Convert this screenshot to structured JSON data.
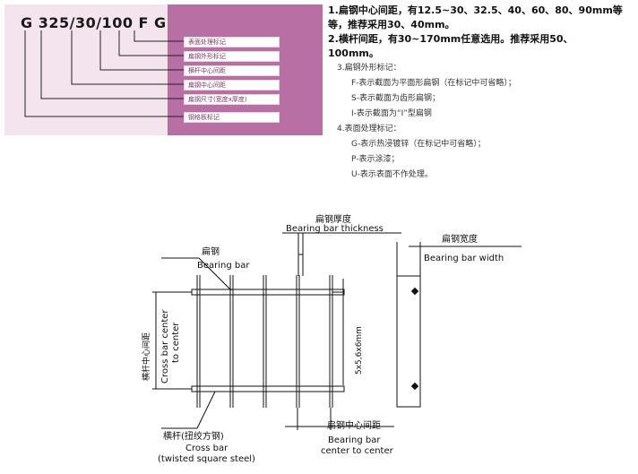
{
  "code": {
    "text": "G 325/30/100 F G",
    "labels": [
      "表面处理标记",
      "扁钢外形标记",
      "横杆中心间距",
      "扁钢中心间距",
      "扁钢尺寸(宽度x厚度)",
      "钢格板标记"
    ]
  },
  "notes": {
    "n1a": "1.扁钢中心间距，有12.5~30、32.5、40、60、80、90mm等",
    "n1b": "等，推荐采用30、40mm。",
    "n2a": "2.横杆间距，有30~170mm任意选用。推荐采用50、",
    "n2b": "100mm。",
    "n3": "3.扁钢外形标记：",
    "n3a": "F-表示截面为平面形扁钢（在标记中可省略）；",
    "n3b": "S-表示截面为齿形扁钢；",
    "n3c": "I-表示截面为“I”型扁钢",
    "n4": "4.表面处理标记：",
    "n4a": "G-表示热浸镀锌（在标记中可省略）；",
    "n4b": "P-表示涂漆；",
    "n4c": "U-表示表面不作处理。"
  },
  "diagram": {
    "bearing_bar_cn": "扁钢",
    "bearing_bar_en": "Bearing bar",
    "thickness_cn": "扁钢厚度",
    "thickness_en": "Bearing bar thickness",
    "width_cn": "扁钢宽度",
    "width_en": "Bearing bar width",
    "cross_center_cn": "横杆中心间距",
    "cross_center_en1": "Cross bar center",
    "cross_center_en2": "to center",
    "size_label": "5x5,6x6mm",
    "cross_bar_cn": "横杆(扭绞方钢)",
    "cross_bar_en1": "Cross bar",
    "cross_bar_en2": "(twisted square steel)",
    "bb_center_cn": "扁钢中心间距",
    "bb_center_en1": "Bearing bar",
    "bb_center_en2": "center to center"
  }
}
